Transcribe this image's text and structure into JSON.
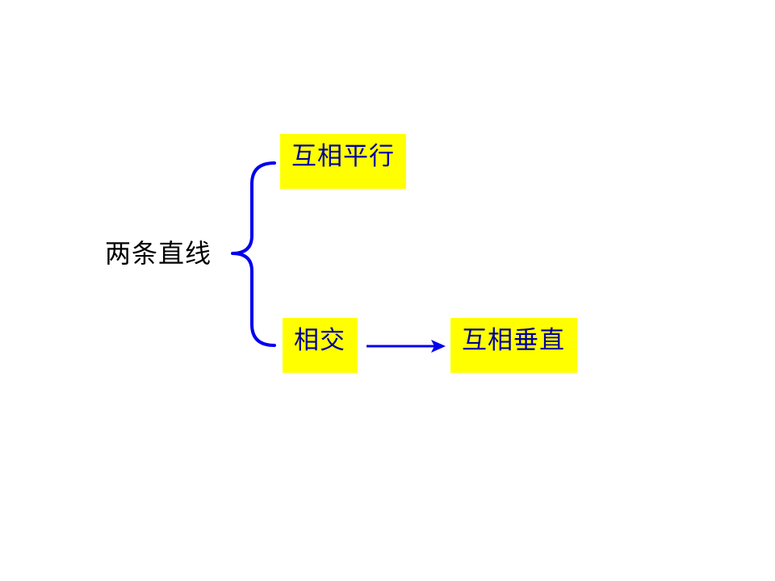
{
  "diagram": {
    "root": "两条直线",
    "branches": {
      "parallel": "互相平行",
      "intersect": "相交"
    },
    "result": "互相垂直"
  },
  "colors": {
    "box_fill": "#ffff00",
    "box_text": "#00009a",
    "connector": "#0000ee",
    "root_text": "#000000"
  }
}
